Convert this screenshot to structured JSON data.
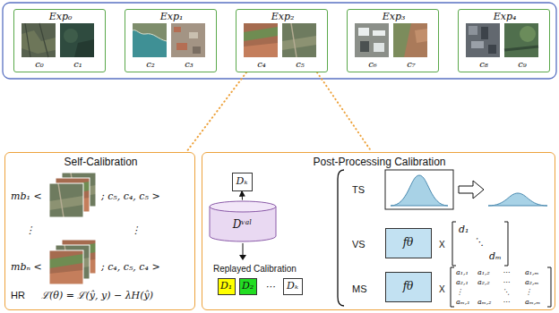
{
  "diagram": {
    "nodes": [
      {
        "text": [
          "Exp₀",
          "c₀",
          "c₁"
        ]
      },
      {
        "text": [
          "Exp₁",
          "c₂",
          "c₃"
        ]
      },
      {
        "text": [
          "Exp₂",
          "c₄",
          "c₅"
        ]
      },
      {
        "text": [
          "Exp₃",
          "c₆",
          "c₇"
        ]
      },
      {
        "text": [
          "Exp₄",
          "c₈",
          "c₉"
        ]
      },
      {
        "text": [
          "Self-Calibration",
          "mb₁ <",
          "; c₅, c₄, c₅ >",
          "⋮",
          "⋮",
          "mbₙ <",
          "; c₄, c₅, c₄ >",
          "HR",
          "ℒ(θ) = ℒ(ŷ, y) − λH(ŷ)"
        ]
      },
      {
        "text": [
          "Post-Processing Calibration",
          "Replayed Calibration",
          "⋯",
          "TS",
          "VS",
          "MS",
          "X",
          "X",
          "d₁",
          "⋱",
          "dₘ",
          "a₁,₁",
          "a₁,₂",
          "⋯",
          "a₁,ₘ",
          "a₂,₁",
          "a₂,₂",
          "⋯",
          "a₂,ₘ",
          "⋮",
          "⋱",
          "⋮",
          "aₘ,₁",
          "aₘ,₂",
          "⋯",
          "aₘ,ₘ"
        ]
      },
      {
        "text": [
          "Dₖ"
        ],
        "in": 6
      },
      {
        "text": [
          "Dᵛᵃˡ"
        ],
        "in": 6
      },
      {
        "text": [
          "D₁"
        ],
        "in": 6
      },
      {
        "text": [
          "D₂"
        ],
        "in": 6
      },
      {
        "text": [
          "Dₖ"
        ],
        "in": 6
      },
      {
        "text": [
          "fθ"
        ],
        "in": 6
      },
      {
        "text": [
          "fθ"
        ],
        "in": 6
      }
    ],
    "edges": [
      {
        "from": 8,
        "to": 7,
        "arrow": "to"
      },
      {
        "from": 2,
        "to": 5,
        "arrow": "none"
      },
      {
        "from": 2,
        "to": 6,
        "arrow": "none"
      }
    ]
  }
}
